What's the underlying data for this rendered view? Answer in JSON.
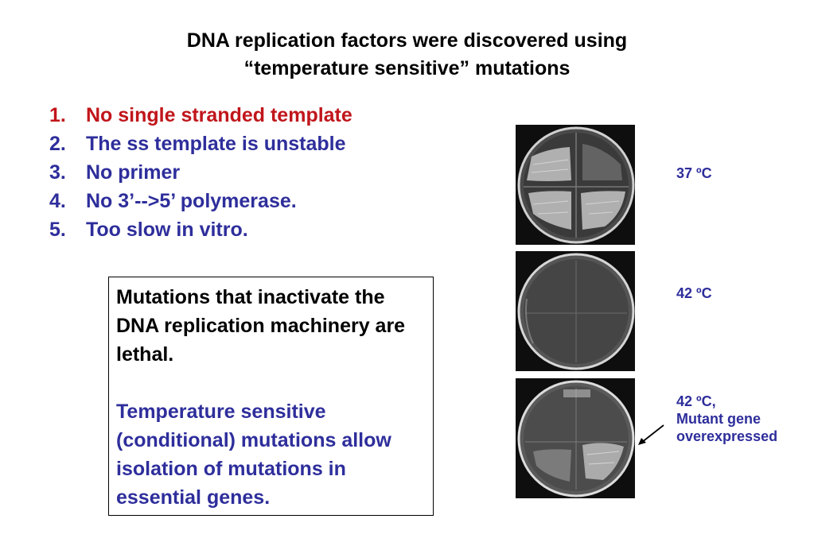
{
  "slide": {
    "title_lines": [
      "DNA replication factors were discovered using",
      "“temperature sensitive” mutations"
    ],
    "reasons": [
      {
        "num": "1.",
        "text": "No single stranded template"
      },
      {
        "num": "2.",
        "text": "The ss template is unstable"
      },
      {
        "num": "3.",
        "text": "No primer"
      },
      {
        "num": "4.",
        "text": "No 3’-->5’ polymerase."
      },
      {
        "num": "5.",
        "text": "Too slow in vitro."
      }
    ],
    "box": {
      "paragraph1": "Mutations that inactivate the DNA replication machinery are lethal.",
      "paragraph2": "Temperature sensitive (conditional) mutations allow isolation of mutations in essential genes."
    },
    "plates": [
      {
        "label_lines": [
          "37 ºC"
        ]
      },
      {
        "label_lines": [
          "42 ºC"
        ]
      },
      {
        "label_lines": [
          "42 ºC,",
          "Mutant gene",
          "overexpressed"
        ]
      }
    ],
    "colors": {
      "highlight_red": "#c0161b",
      "text_blue": "#2e2e9c",
      "text_black": "#000000"
    }
  }
}
